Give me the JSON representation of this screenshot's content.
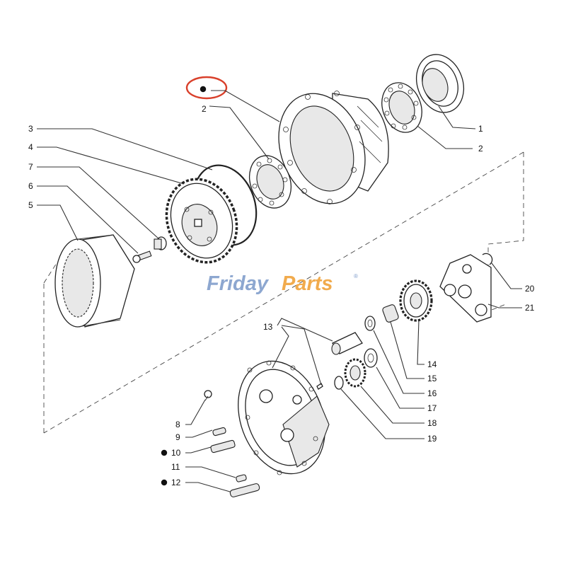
{
  "diagram": {
    "watermark": {
      "word1": "Friday",
      "word2": "Parts",
      "mark": "®"
    },
    "highlight": {
      "color": "#d9402b",
      "marker": "●"
    },
    "labels": {
      "top_2": "2",
      "l1": "1",
      "l2": "2",
      "l3": "3",
      "l4": "4",
      "l5": "5",
      "l6": "6",
      "l7": "7",
      "l8": "8",
      "l9": "9",
      "l10": "10",
      "l11": "11",
      "l12": "12",
      "l13": "13",
      "l14": "14",
      "l15": "15",
      "l16": "16",
      "l17": "17",
      "l18": "18",
      "l19": "19",
      "l20": "20",
      "l21": "21"
    },
    "marked_items": [
      "10",
      "12"
    ]
  }
}
